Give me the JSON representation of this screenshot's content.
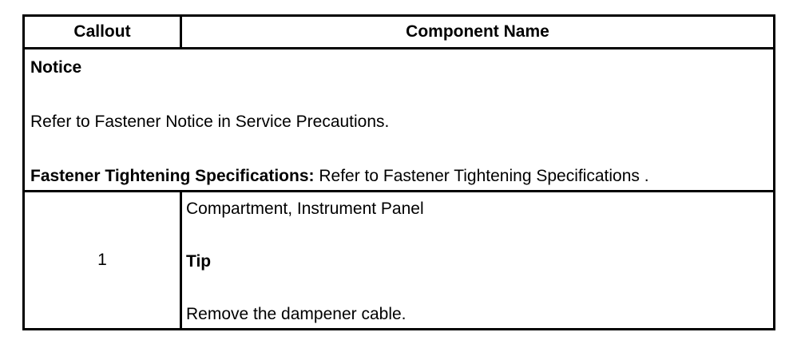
{
  "table": {
    "header": {
      "callout": "Callout",
      "component_name": "Component Name"
    },
    "notice": {
      "heading": "Notice",
      "line1": "Refer to Fastener Notice in Service Precautions.",
      "spec_label": "Fastener Tightening Specifications:",
      "spec_text": " Refer to Fastener Tightening Specifications ."
    },
    "rows": [
      {
        "callout": "1",
        "component": "Compartment, Instrument Panel",
        "tip_heading": "Tip",
        "tip_text": "Remove the dampener cable."
      }
    ]
  }
}
